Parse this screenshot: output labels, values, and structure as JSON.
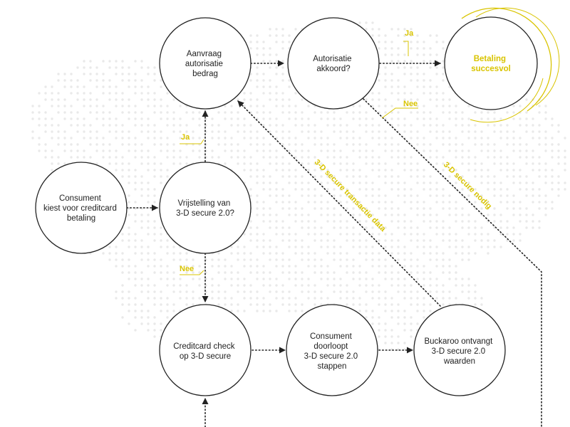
{
  "colors": {
    "accent": "#d9c400",
    "line": "#222222",
    "node_border": "#222222",
    "dots": "#e9e9e9"
  },
  "nodes": {
    "aanvraag": [
      "Aanvraag",
      "autorisatie",
      "bedrag"
    ],
    "autorisatie_akkoord": [
      "Autorisatie",
      "akkoord?"
    ],
    "betaling_succesvol": [
      "Betaling",
      "succesvol"
    ],
    "consument_kiest": [
      "Consument",
      "kiest voor creditcard",
      "betaling"
    ],
    "vrijstelling": [
      "Vrijstelling van",
      "3-D secure 2.0?"
    ],
    "creditcard_check": [
      "Creditcard check",
      "op 3-D secure"
    ],
    "consument_doorloopt": [
      "Consument",
      "doorloopt",
      "3-D secure 2.0",
      "stappen"
    ],
    "buckaroo_ontvangt": [
      "Buckaroo ontvangt",
      "3-D secure 2.0",
      "waarden"
    ]
  },
  "labels": {
    "ja_top": "Ja",
    "nee_right": "Nee",
    "ja_left": "Ja",
    "nee_left": "Nee",
    "transactie_data": "3-D secure transactie data",
    "secure_nodig": "3-D secure nodig"
  }
}
